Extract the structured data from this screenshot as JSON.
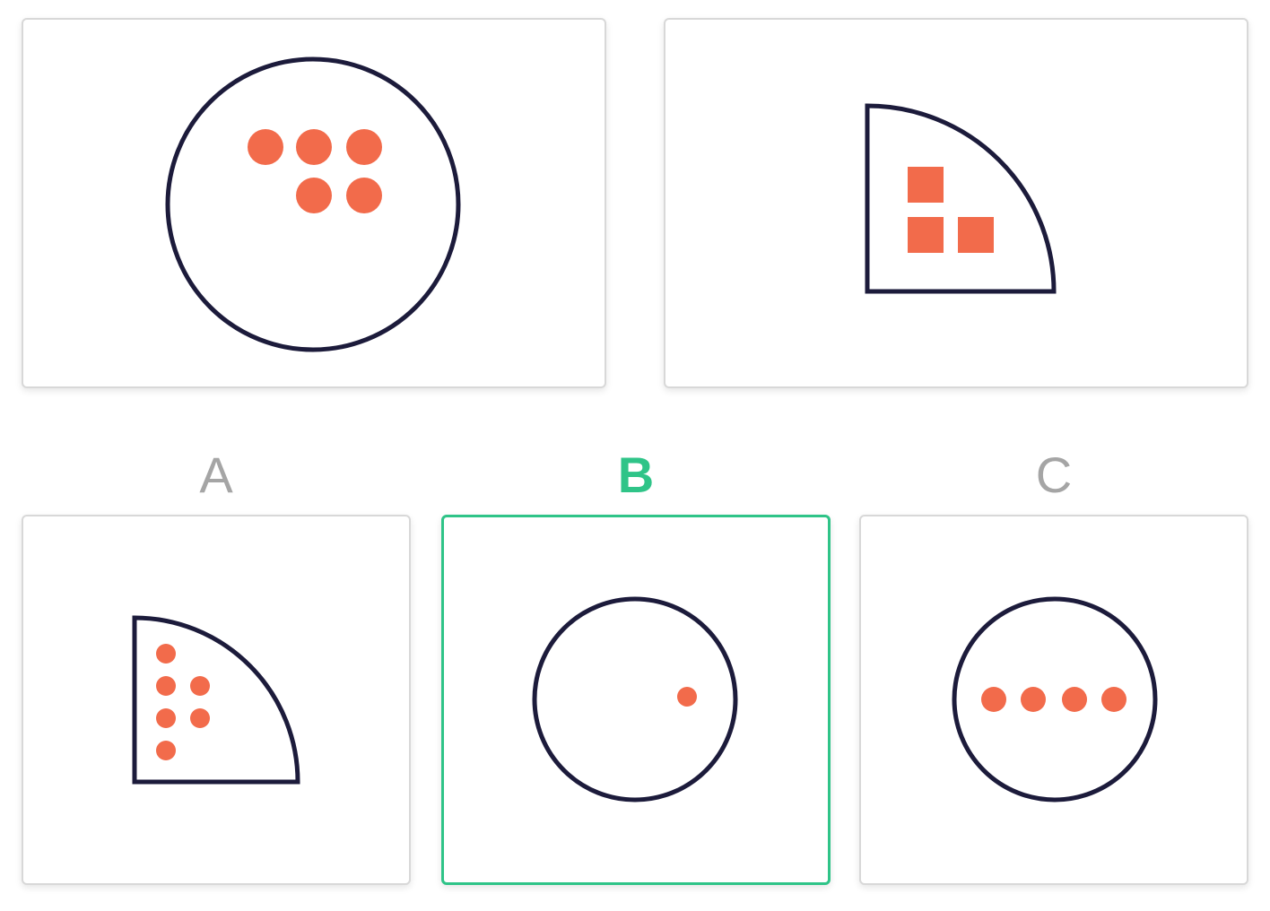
{
  "colors": {
    "outline": "#1c1b3b",
    "token": "#f26b4b",
    "selected": "#2fc488",
    "label_default": "#a5a5a5",
    "card_border": "#d8d8d8"
  },
  "question": {
    "example": {
      "shape": "circle",
      "tokens": {
        "kind": "circle",
        "count": 5
      }
    },
    "target": {
      "shape": "quarter-circle",
      "tokens": {
        "kind": "square",
        "count": 3
      }
    }
  },
  "options": [
    {
      "label": "A",
      "selected": false,
      "shape": "quarter-circle",
      "tokens": {
        "kind": "circle",
        "count": 6
      }
    },
    {
      "label": "B",
      "selected": true,
      "shape": "circle",
      "tokens": {
        "kind": "circle",
        "count": 1
      }
    },
    {
      "label": "C",
      "selected": false,
      "shape": "circle",
      "tokens": {
        "kind": "circle",
        "count": 4
      }
    }
  ]
}
